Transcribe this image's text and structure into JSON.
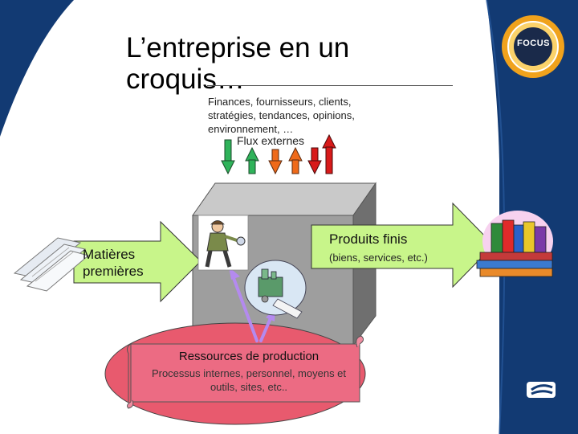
{
  "title": "L’entreprise en un croquis…",
  "external": {
    "description": "Finances, fournisseurs, clients, stratégies, tendances, opinions, environnement, …",
    "label": "Flux externes"
  },
  "inputs": {
    "label": "Matières premières"
  },
  "outputs": {
    "label": "Produits finis",
    "sublabel": "(biens, services, etc.)"
  },
  "resources": {
    "title": "Ressources de production",
    "description": "Processus internes, personnel, moyens et outils, sites, etc.."
  },
  "logo": {
    "text": "FOCUS"
  },
  "colors": {
    "background": "#123a73",
    "slide": "#ffffff",
    "arrow_green": "#2fb35a",
    "arrow_orange": "#ef6a1a",
    "arrow_red": "#d81a1a",
    "arrow_fill": "#c8f58a",
    "cube_front": "#9e9e9e",
    "ellipse_fill": "#e85a6e",
    "scroll_fill": "#ec6b83",
    "logo_orange": "#f0a21c"
  },
  "icons": [
    "worker-icon",
    "factory-machine-icon",
    "books-icon",
    "paper-stack-icon",
    "company-logo-icon",
    "corner-logo-icon"
  ]
}
